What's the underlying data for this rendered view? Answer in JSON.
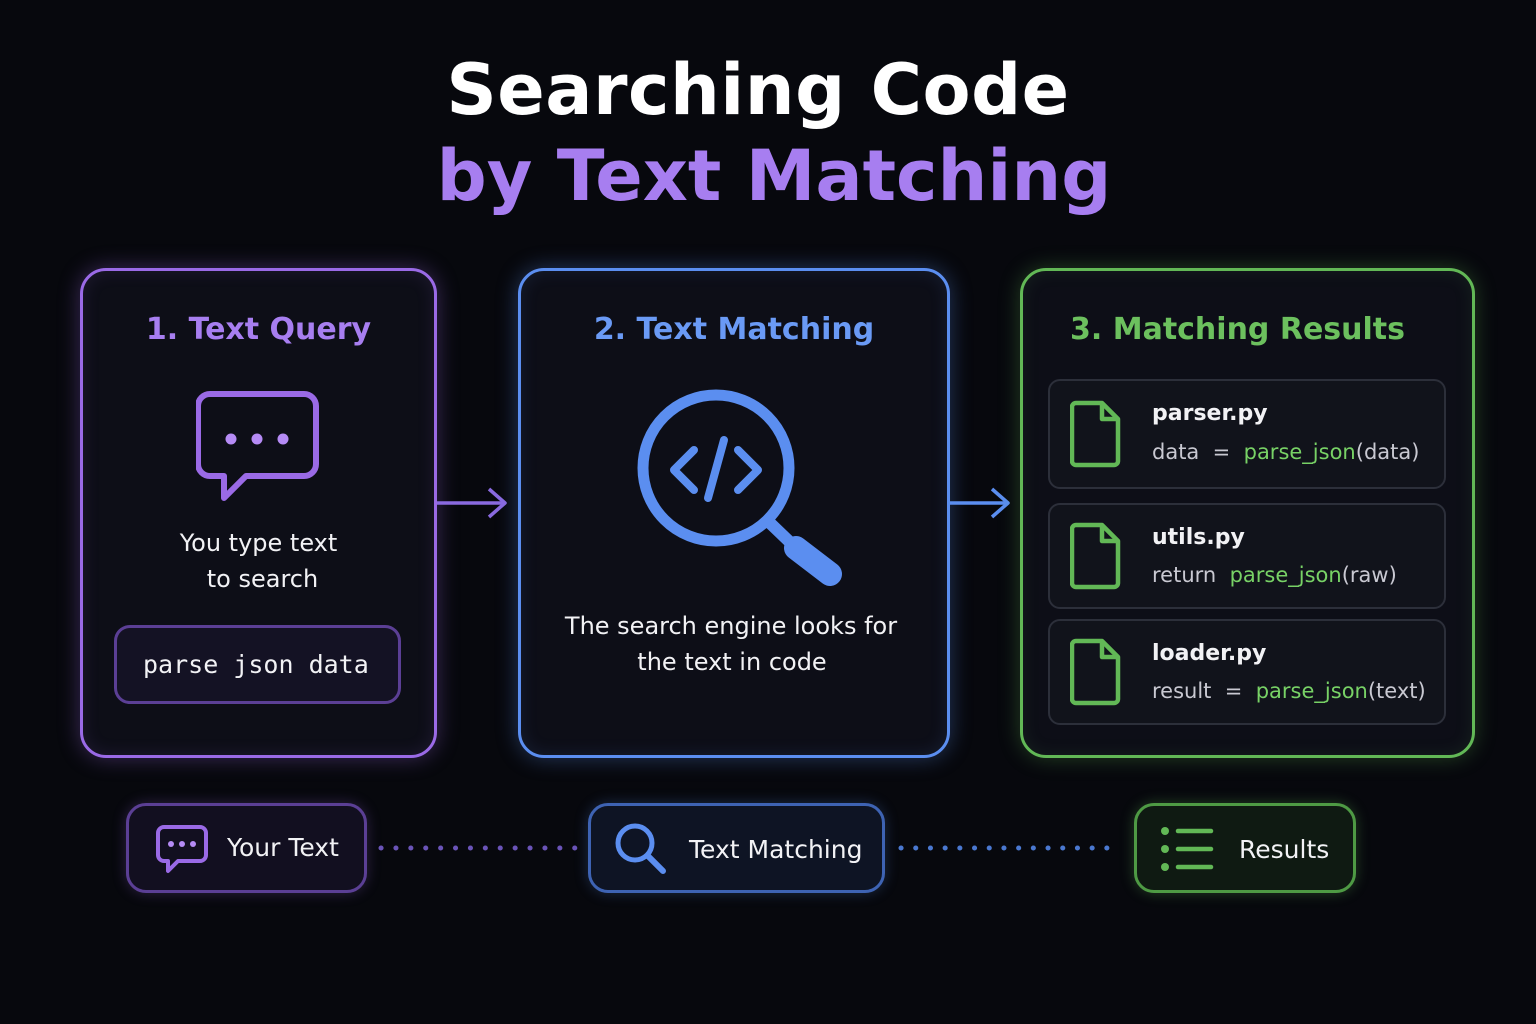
{
  "title": {
    "line1": "Searching Code",
    "line2": "by Text Matching"
  },
  "colors": {
    "background": "#07080d",
    "purple": "#9a6ae6",
    "blue": "#5b8ef0",
    "green": "#62b856",
    "code_function": "#78d266"
  },
  "steps": [
    {
      "title": "1. Text Query",
      "icon": "chat-bubble-icon",
      "description_line1": "You type text",
      "description_line2": "to search",
      "query_value": "parse json data"
    },
    {
      "title": "2. Text Matching",
      "icon": "code-magnifier-icon",
      "description_line1": "The search engine looks for",
      "description_line2": "the text in code"
    },
    {
      "title": "3. Matching Results",
      "results": [
        {
          "file": "parser.py",
          "prefix": "data  =  ",
          "function": "parse_json",
          "args": "(data)"
        },
        {
          "file": "utils.py",
          "prefix": "return  ",
          "function": "parse_json",
          "args": "(raw)"
        },
        {
          "file": "loader.py",
          "prefix": "result  =  ",
          "function": "parse_json",
          "args": "(text)"
        }
      ]
    }
  ],
  "flow": [
    {
      "label": "Your Text",
      "icon": "chat-bubble-icon"
    },
    {
      "label": "Text Matching",
      "icon": "search-icon"
    },
    {
      "label": "Results",
      "icon": "list-icon"
    }
  ]
}
